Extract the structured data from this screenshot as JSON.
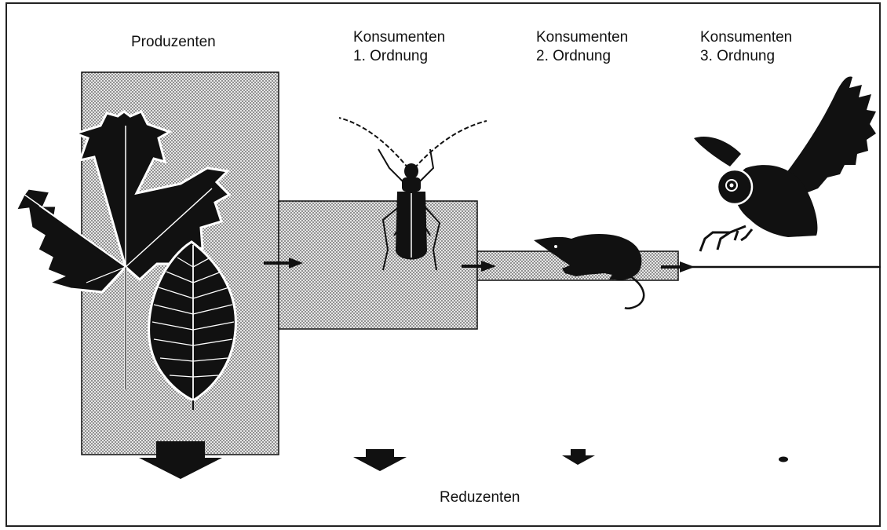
{
  "labels": {
    "producers": "Produzenten",
    "consumers1": {
      "line1": "Konsumenten",
      "line2": "1. Ordnung"
    },
    "consumers2": {
      "line1": "Konsumenten",
      "line2": "2. Ordnung"
    },
    "consumers3": {
      "line1": "Konsumenten",
      "line2": "3. Ordnung"
    },
    "decomposers": "Reduzenten"
  },
  "levels": [
    {
      "key": "producers",
      "organism": "leaves (maple and beech)",
      "icon": "leaf-icon"
    },
    {
      "key": "consumers1",
      "organism": "beetle",
      "icon": "beetle-icon"
    },
    {
      "key": "consumers2",
      "organism": "shrew",
      "icon": "shrew-icon"
    },
    {
      "key": "consumers3",
      "organism": "owl",
      "icon": "owl-icon"
    }
  ],
  "colors": {
    "ink": "#111111",
    "stipple": "#555555",
    "box_fill": "#d9d9d9",
    "background": "#ffffff"
  }
}
